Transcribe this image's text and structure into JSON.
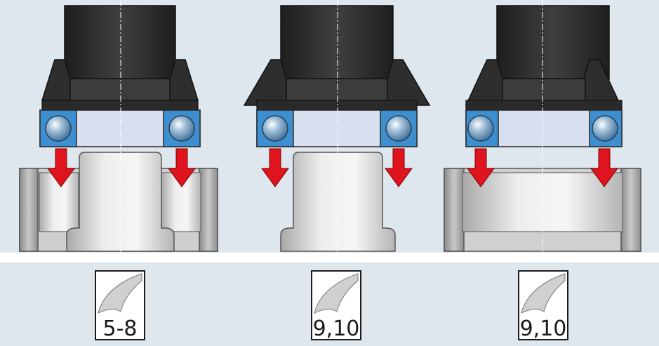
{
  "panels": [
    {
      "id": "panel-1",
      "page_ref": "5-8"
    },
    {
      "id": "panel-2",
      "page_ref": "9,10"
    },
    {
      "id": "panel-3",
      "page_ref": "9,10"
    }
  ],
  "colors": {
    "background": "#dfe7ee",
    "tool_dark": "#2b2b2b",
    "tool_mid": "#3d3d3d",
    "bearing_ring": "#3e8fd0",
    "bearing_race": "#d6dff0",
    "arrow": "#e0141e",
    "housing": "#c8c8c8",
    "page_icon_border": "#1a1a1a"
  },
  "icons": [
    "page-curl-icon",
    "down-arrow-icon",
    "ball-icon"
  ]
}
